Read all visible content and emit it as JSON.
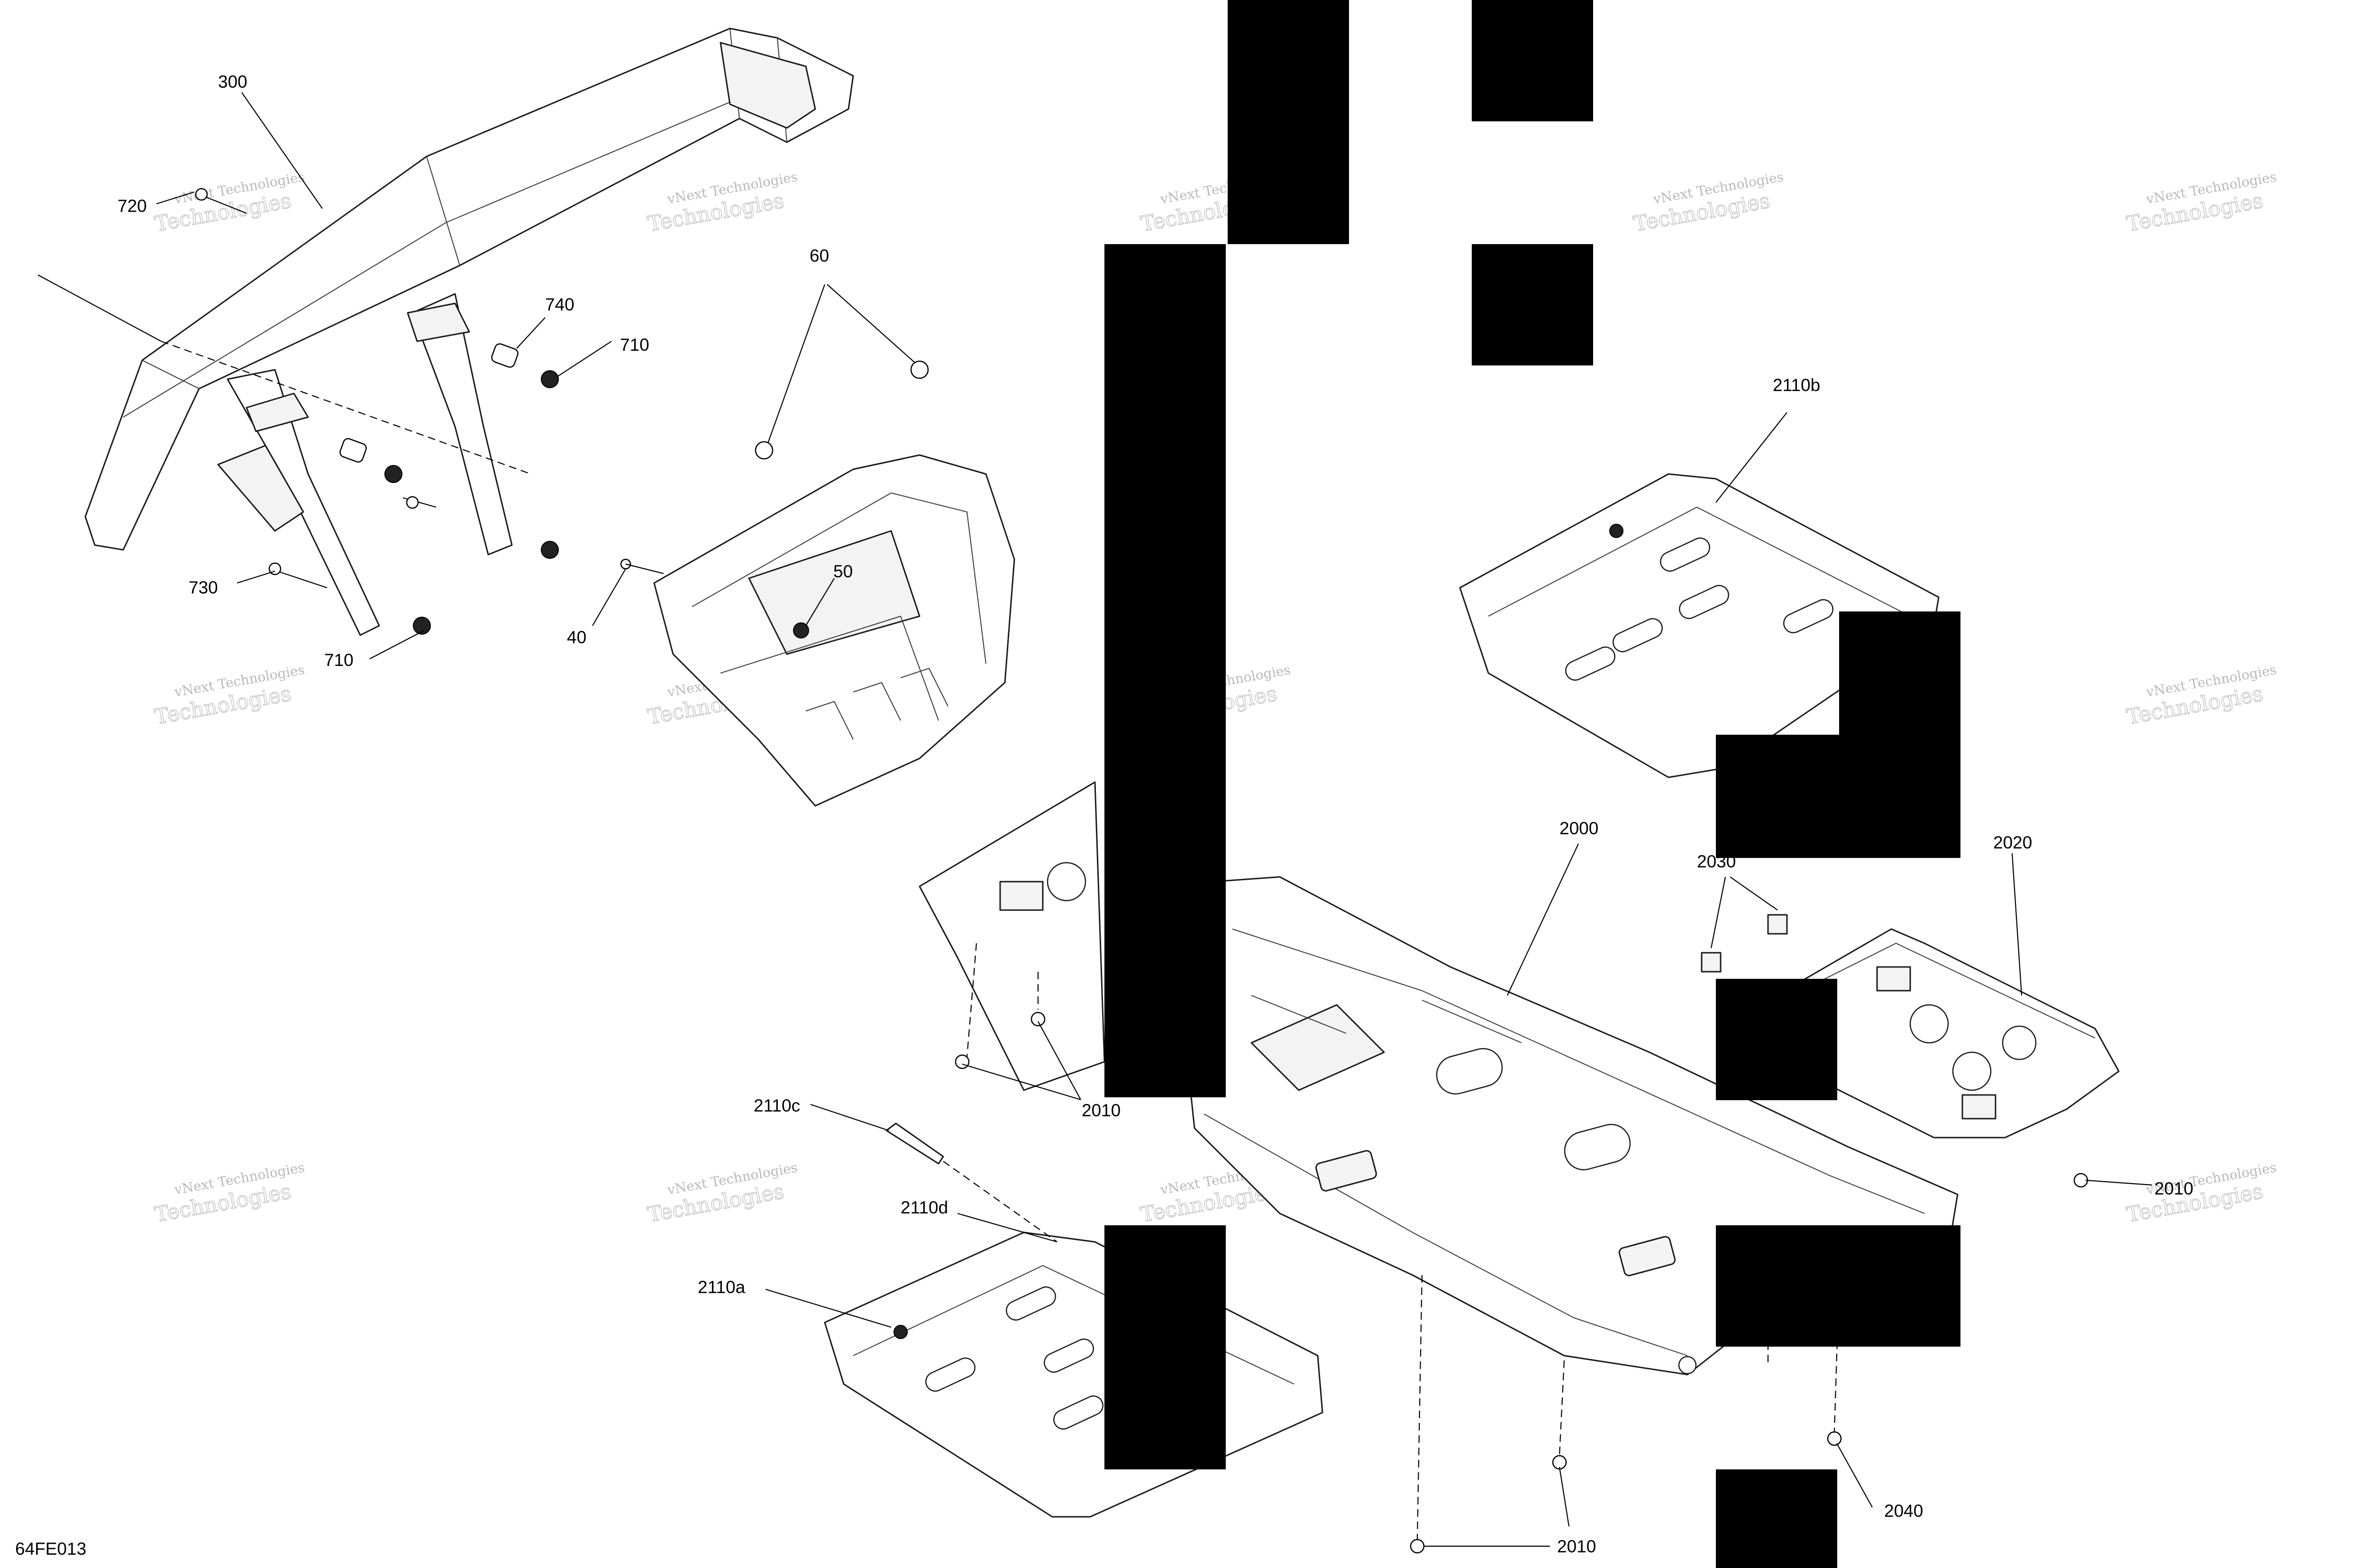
{
  "diagram_id": "64FE013",
  "watermark": {
    "line1": "vNext Technologies",
    "line2": "Technologies"
  },
  "callouts": {
    "c300": "300",
    "c720": "720",
    "c740": "740",
    "c710a": "710",
    "c710b": "710",
    "c730": "730",
    "c60": "60",
    "c50": "50",
    "c40": "40",
    "c2110b": "2110b",
    "c2000": "2000",
    "c2030": "2030",
    "c2020": "2020",
    "c2010a": "2010",
    "c2010b": "2010",
    "c2010c": "2010",
    "c2110c": "2110c",
    "c2110d": "2110d",
    "c2110a": "2110a",
    "c2040": "2040"
  },
  "colors": {
    "line": "#1a1a1a",
    "watermark": "#b9b9b9",
    "redaction": "#000000",
    "background": "#ffffff"
  }
}
